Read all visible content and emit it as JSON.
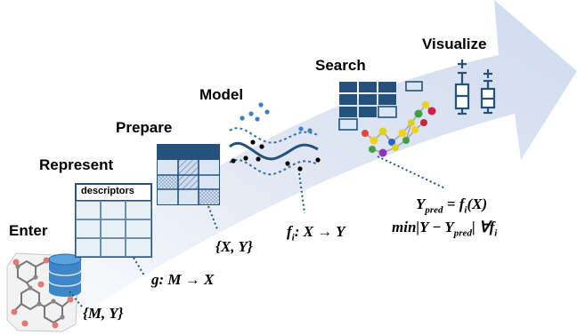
{
  "stages": {
    "enter": "Enter",
    "represent": "Represent",
    "prepare": "Prepare",
    "model": "Model",
    "search": "Search",
    "visualize": "Visualize"
  },
  "table_header": "descriptors",
  "formulas": {
    "enter_set": "{M, Y}",
    "represent_map_g": "g",
    "represent_map_rest": ": M → X",
    "prepare_set": "{X, Y}",
    "model_f": "f",
    "model_sub": "i",
    "model_rest": ": X → Y",
    "search_y": "Y",
    "search_y_sub": "pred",
    "search_eq": " = f",
    "search_eq_sub": "i",
    "search_eq_rest": "(X)",
    "search_min": "min|Y − Y",
    "search_min_sub": "pred",
    "search_min_rest": "|   ∀f",
    "search_forall_sub": "i"
  },
  "colors": {
    "arrow": "#d9e2f2",
    "navy": "#24527d",
    "mid_blue": "#3a6fa3",
    "light_cell": "#dbe6f3",
    "dots_blue": "#3f7fc1",
    "dots_black": "#000000"
  }
}
